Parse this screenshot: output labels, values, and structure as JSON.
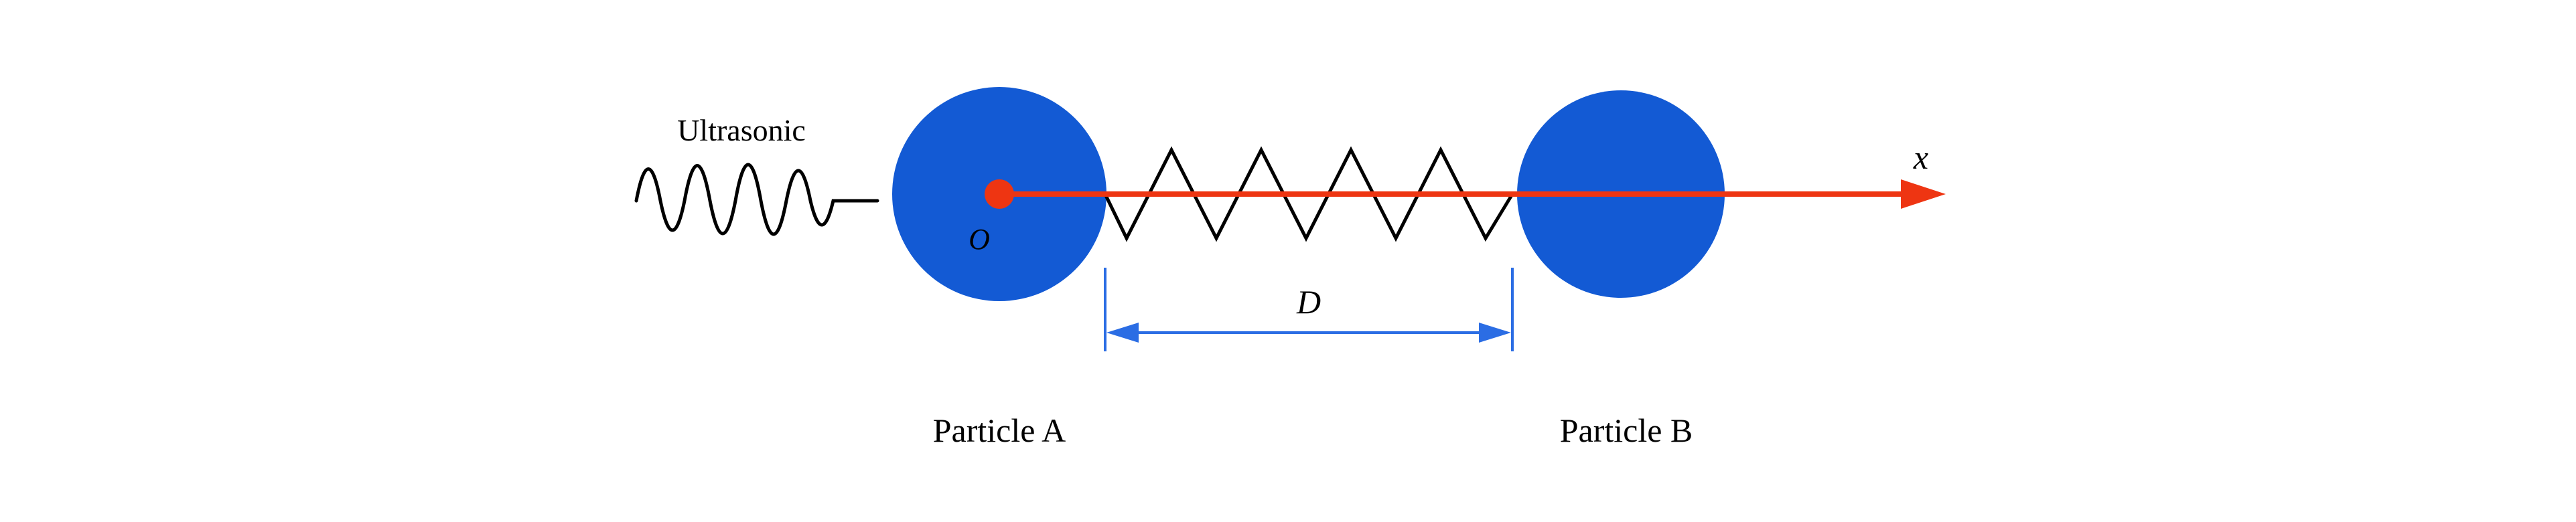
{
  "figure": {
    "type": "physics-diagram",
    "labels": {
      "ultrasonic": "Ultrasonic",
      "origin": "O",
      "axis_x": "x",
      "distance": "D",
      "particle_a": "Particle A",
      "particle_b": "Particle B"
    },
    "colors": {
      "particle_fill": "#135ad4",
      "axis_red": "#ee3512",
      "dimension_blue": "#2b6de4",
      "line_black": "#000000",
      "background": "#ffffff"
    }
  }
}
